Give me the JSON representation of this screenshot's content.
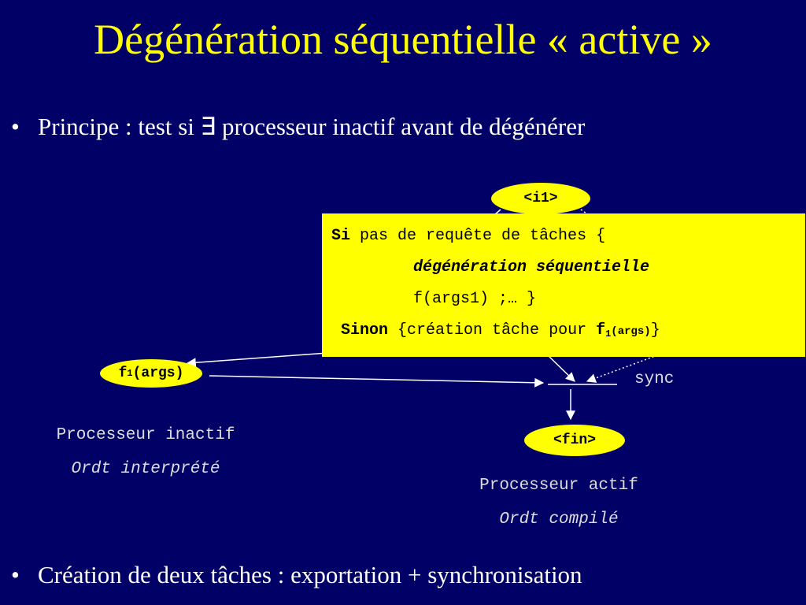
{
  "title": "Dégénération séquentielle « active »",
  "bullets": [
    {
      "symbol": "•",
      "text": "Principe : test si ∃ processeur inactif avant de dégénérer"
    },
    {
      "symbol": "•",
      "text": "Création de deux tâches : exportation + synchronisation"
    }
  ],
  "nodes": {
    "i1": "<i1>",
    "f1_main": "f",
    "f1_sub": "1",
    "f1_args": "(args)",
    "fin": "<fin>"
  },
  "code": {
    "line1_kw": "Si",
    "line1_rest": " pas de requête de tâches {",
    "line2": "dégénération séquentielle",
    "line3": "f(args1) ;… }",
    "line4_kw": "Sinon",
    "line4_rest": " {création tâche pour ",
    "line4_f": "f",
    "line4_sub": "1",
    "line4_args": "(args)",
    "line4_end": "}"
  },
  "labels": {
    "sync": "sync",
    "inactive": "Processeur inactif",
    "inactive_sub": "Ordt interprété",
    "active": "Processeur actif",
    "active_sub": "Ordt compilé"
  },
  "colors": {
    "background": "#000066",
    "accent": "#ffff00",
    "text": "#ffffff"
  }
}
